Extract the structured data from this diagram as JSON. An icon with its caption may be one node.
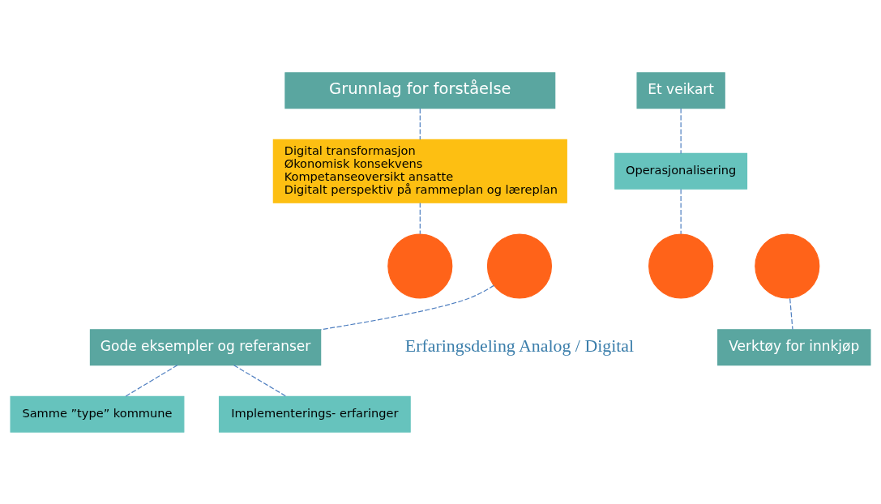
{
  "diagram": {
    "nodes": [
      {
        "text": [
          "Grunnlag for forståelse"
        ]
      },
      {
        "text": [
          "Digital transformasjon",
          "Økonomisk konsekvens",
          "Kompetanseoversikt ansatte",
          "Digitalt perspektiv på rammeplan og læreplan"
        ]
      },
      {
        "text": [],
        "shape": "circle"
      },
      {
        "text": [],
        "shape": "circle"
      },
      {
        "text": [],
        "shape": "circle"
      },
      {
        "text": [],
        "shape": "circle"
      },
      {
        "text": [
          "Et veikart"
        ]
      },
      {
        "text": [
          "Operasjonalisering"
        ]
      },
      {
        "text": [
          "Gode eksempler og referanser"
        ]
      },
      {
        "text": [
          "Samme ”type” kommune"
        ]
      },
      {
        "text": [
          "Implementerings- erfaringer"
        ]
      },
      {
        "text": [
          "Verktøy for innkjøp"
        ]
      }
    ],
    "edges": [
      {
        "from": 0,
        "to": 1,
        "arrow": "none",
        "style": "dashed"
      },
      {
        "from": 1,
        "to": 2,
        "arrow": "none",
        "style": "dashed"
      },
      {
        "from": 6,
        "to": 7,
        "arrow": "none",
        "style": "dashed"
      },
      {
        "from": 7,
        "to": 4,
        "arrow": "none",
        "style": "dashed"
      },
      {
        "from": 3,
        "to": 8,
        "arrow": "none",
        "style": "dashed"
      },
      {
        "from": 8,
        "to": 9,
        "arrow": "none",
        "style": "dashed"
      },
      {
        "from": 8,
        "to": 10,
        "arrow": "none",
        "style": "dashed"
      },
      {
        "from": 5,
        "to": 11,
        "arrow": "none",
        "style": "dashed"
      }
    ],
    "labels": [
      "Erfaringsdeling Analog / Digital"
    ]
  }
}
